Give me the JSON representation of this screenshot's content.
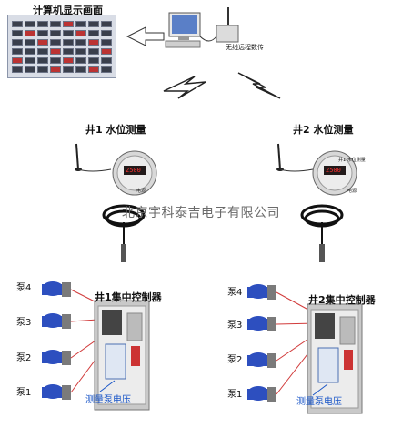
{
  "title": "计算机显示画面",
  "network_device_label": "无线远程数传",
  "well1_label": "井1  水位测量",
  "well2_label": "井2  水位测量",
  "watermark": "北京宇科泰吉电子有限公司",
  "controller1_label": "井1集中控制器",
  "controller2_label": "井2集中控制器",
  "measure_label": "测量泵电压",
  "pumps": [
    "泵4",
    "泵3",
    "泵2",
    "泵1"
  ],
  "sensor_display": "2500",
  "sensor_caption": "井1 水位测量",
  "sensor_bottom": "电源",
  "colors": {
    "accent": "#1a56c8",
    "wire": "#d13a3a",
    "pump": "#2d4fbf"
  }
}
